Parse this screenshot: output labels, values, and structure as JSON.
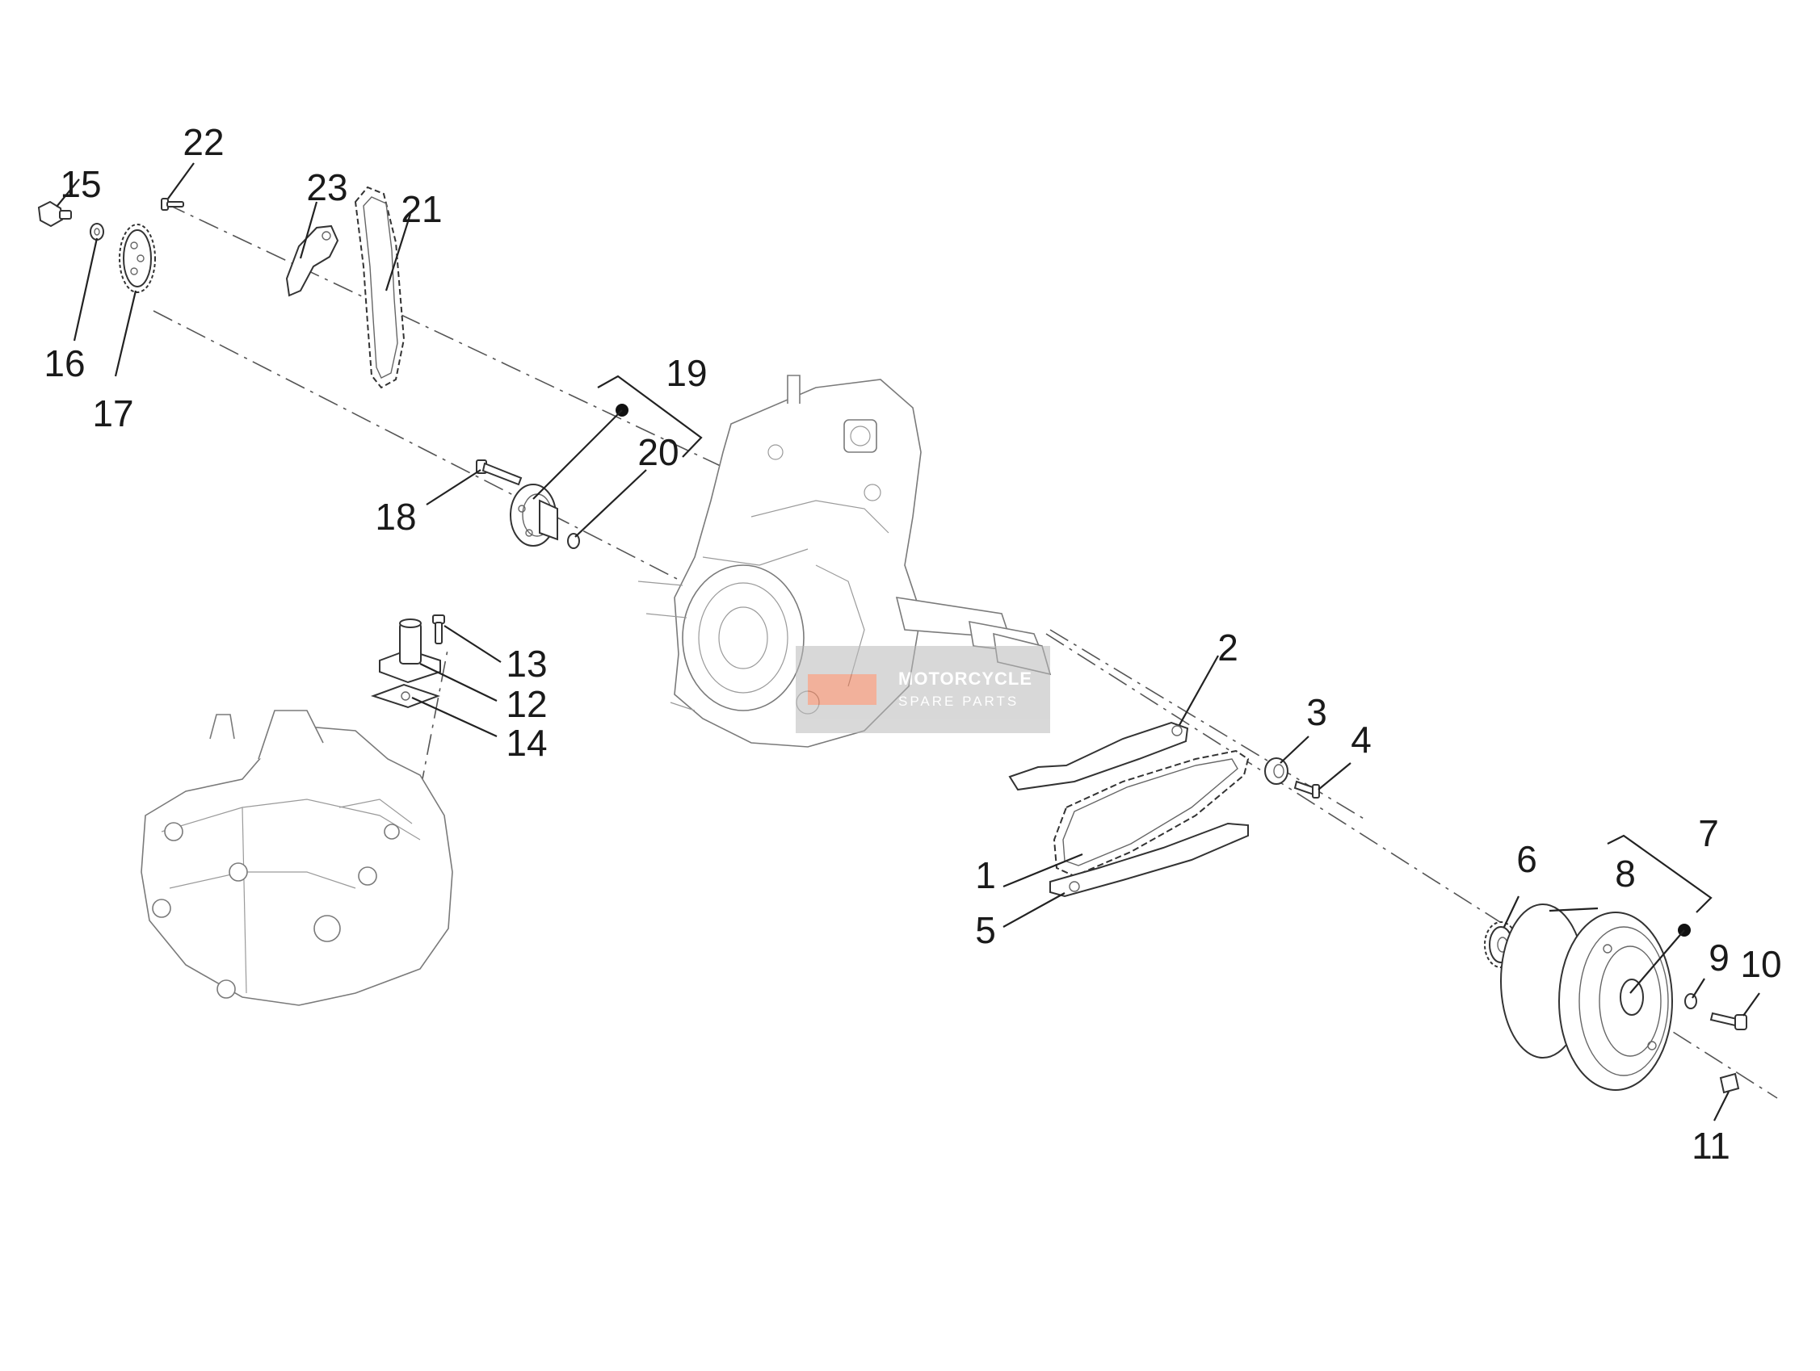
{
  "diagram": {
    "callouts": [
      "1",
      "2",
      "3",
      "4",
      "5",
      "6",
      "7",
      "8",
      "9",
      "10",
      "11",
      "12",
      "13",
      "14",
      "15",
      "16",
      "17",
      "18",
      "19",
      "20",
      "21",
      "22",
      "23"
    ]
  },
  "watermark": {
    "line1": "MOTORCYCLE",
    "line2": "SPARE PARTS",
    "accent": "#e8734a"
  }
}
